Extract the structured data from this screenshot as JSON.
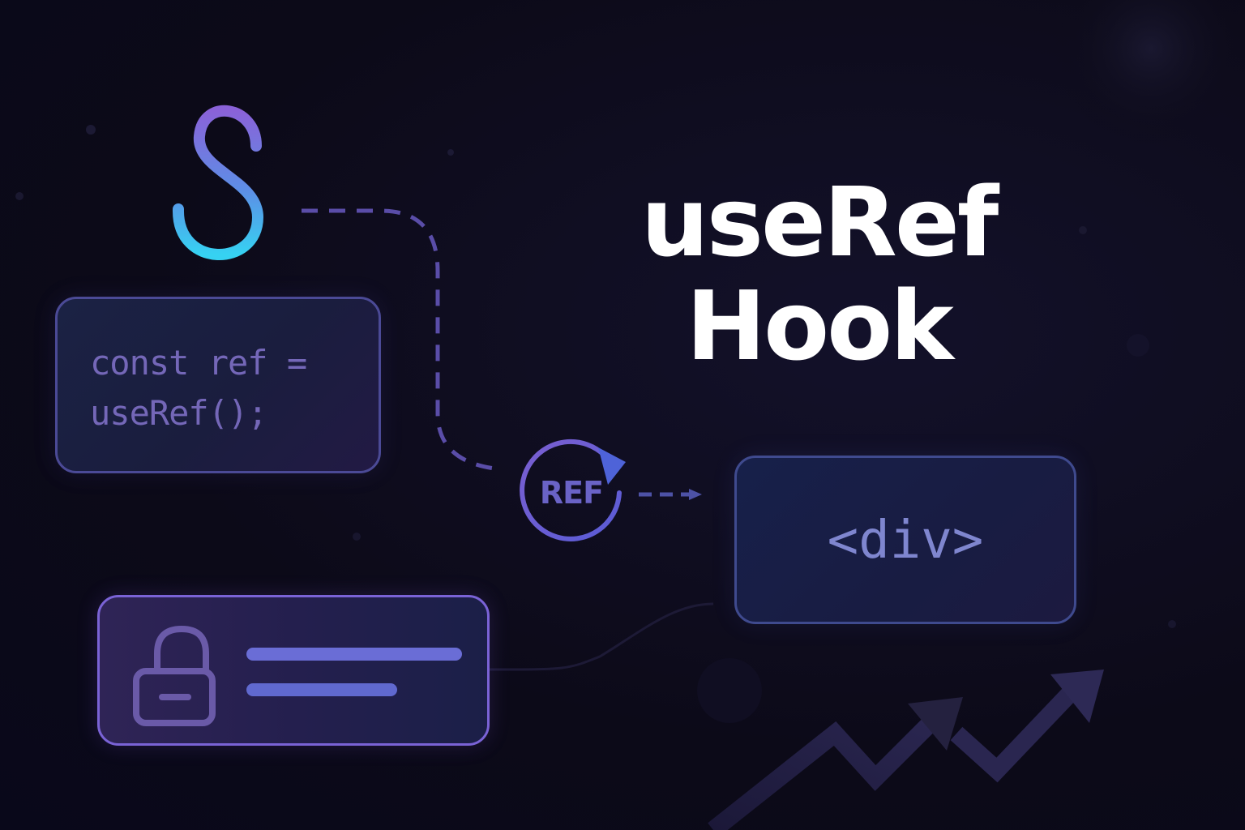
{
  "title": {
    "line1": "useRef",
    "line2": "Hook"
  },
  "code_card": {
    "line1": "const ref =",
    "line2": "useRef();"
  },
  "ref_badge": {
    "label": "REF"
  },
  "div_card": {
    "text": "<div>"
  },
  "icons": {
    "hook": "hook-icon",
    "ref_cycle": "refresh-icon",
    "lock": "lock-icon",
    "trend": "trend-up-arrow-icon"
  },
  "colors": {
    "background": "#0c0a18",
    "title": "#ffffff",
    "code_text": "#7467b8",
    "hook_top": "#8a62d8",
    "hook_bottom": "#36d2f2",
    "accent_purple": "#6a5fc8",
    "div_text": "#7f86cf"
  }
}
